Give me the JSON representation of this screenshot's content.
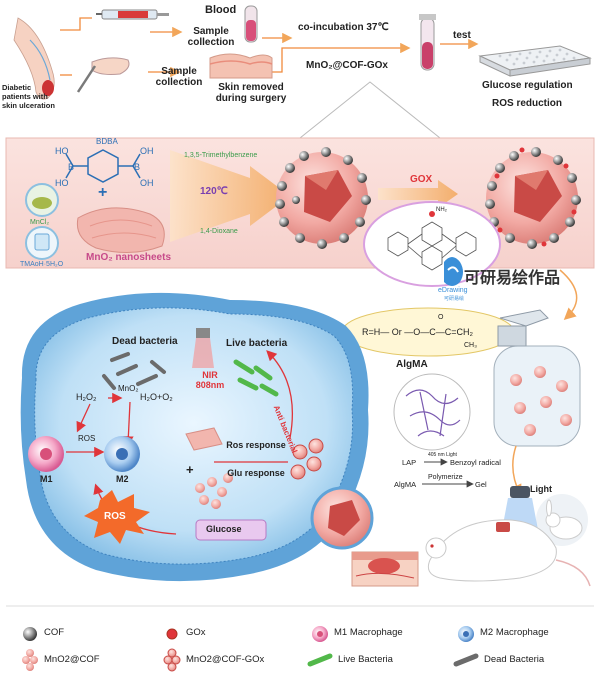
{
  "top": {
    "patients_label_1": "Diabetic",
    "patients_label_2": "patients with",
    "patients_label_3": "skin ulceration",
    "blood_label": "Blood",
    "sample_collection_1": "Sample collection",
    "sample_collection_2": "Sample collection",
    "skin_removed": "Skin removed during surgery",
    "coincubation": "co-incubation 37℃",
    "composite": "MnO₂@COF-GOx",
    "test": "test",
    "glucose_regulation": "Glucose regulation",
    "ros_reduction": "ROS reduction"
  },
  "synthesis": {
    "bdba": "BDBA",
    "plus": "+",
    "mncl2": "MnCl₂",
    "tmaoh": "TMAoH·5H₂O",
    "nanosheets": "MnO₂ nanosheets",
    "trimethylbenzene": "1,3,5-Trimethylbenzene",
    "temperature": "120℃",
    "dioxane": "1,4-Dioxane",
    "gox": "GOX",
    "nh2": "NH₂"
  },
  "watermark": {
    "brand": "可研易绘作品",
    "logo_text": "eDrawing",
    "logo_sub": "可研易绘"
  },
  "hydrogel": {
    "formula_r": "R",
    "formula_rest": "=H—  Or  —O—C—C=CH₂",
    "formula_o": "O",
    "formula_ch3": "CH₃",
    "algma": "AlgMA",
    "light_405": "405 nm Light",
    "lap": "LAP",
    "benzoyl": "Benzoyl radical",
    "algma2": "AlgMA",
    "polymerize": "Polymerize",
    "gel": "Gel",
    "light": "Light"
  },
  "cell": {
    "dead_bacteria": "Dead bacteria",
    "live_bacteria": "Live bacteria",
    "nir": "NIR",
    "nir_wave": "808nm",
    "h2o2": "H₂O₂",
    "mno2": "MnO₂",
    "products": "H₂O+O₂",
    "anti_bacterial": "Anti bacterial",
    "ros_small": "ROS",
    "m1": "M1",
    "m2": "M2",
    "ros_response": "Ros response",
    "glu_response": "Glu response",
    "plus": "+",
    "ros_burst": "ROS",
    "glucose": "Glucose"
  },
  "legend": {
    "items": [
      {
        "label": "COF",
        "icon": "cof-sphere"
      },
      {
        "label": "GOx",
        "icon": "gox-dot"
      },
      {
        "label": "M1 Macrophage",
        "icon": "m1-cell"
      },
      {
        "label": "M2 Macrophage",
        "icon": "m2-cell"
      },
      {
        "label": "MnO2@COF",
        "icon": "mno2-cof-cluster"
      },
      {
        "label": "MnO2@COF-GOx",
        "icon": "mno2-cof-gox-cluster"
      },
      {
        "label": "Live Bacteria",
        "icon": "live-bacteria"
      },
      {
        "label": "Dead Bacteria",
        "icon": "dead-bacteria"
      }
    ]
  },
  "colors": {
    "arrow_orange": "#f2a65a",
    "cell_blue": "#8fc6ea",
    "membrane_blue": "#5fa3d8",
    "particle_pink": "#f4b6b0",
    "core_red": "#c94a46",
    "gox_label": "#e0353a",
    "temp_purple": "#7a3fb0",
    "green_text": "#3a9b4a"
  }
}
